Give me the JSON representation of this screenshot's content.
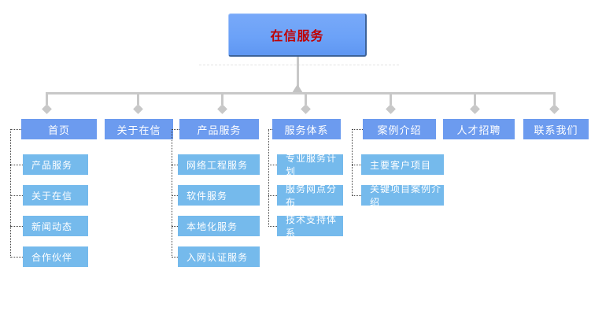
{
  "diagram": {
    "root": {
      "label": "在信服务"
    },
    "columns": [
      {
        "label": "首页",
        "children": [
          "产品服务",
          "关于在信",
          "新闻动态",
          "合作伙伴"
        ]
      },
      {
        "label": "关于在信",
        "children": []
      },
      {
        "label": "产品服务",
        "children": [
          "网络工程服务",
          "软件服务",
          "本地化服务",
          "入网认证服务"
        ]
      },
      {
        "label": "服务体系",
        "children": [
          "专业服务计划",
          "服务网点分布",
          "技术支持体系"
        ]
      },
      {
        "label": "案例介绍",
        "children": [
          "主要客户项目",
          "关键项目案例介绍"
        ]
      },
      {
        "label": "人才招聘",
        "children": []
      },
      {
        "label": "联系我们",
        "children": []
      }
    ]
  },
  "colors": {
    "bg": "#FFFFFF",
    "root-fill": "#6CA2F8",
    "root-border-light": "#A6C6FA",
    "root-border-dark": "#3D6399",
    "root-text": "#C00000",
    "parent-fill": "#6C9BEF",
    "child-fill": "#75BAEC",
    "node-text": "#FFFFFF",
    "line": "#C8C8C8",
    "dot": "#444444"
  }
}
